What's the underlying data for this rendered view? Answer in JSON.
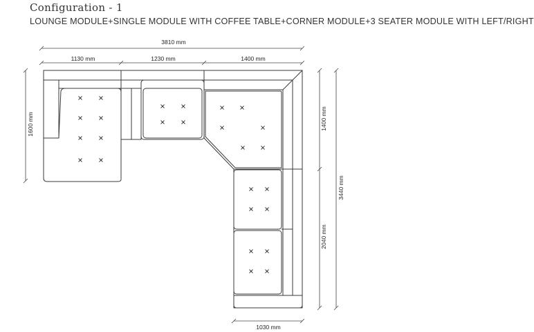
{
  "header": {
    "title": "Configuration - 1",
    "subtitle": "LOUNGE MODULE+SINGLE MODULE WITH COFFEE TABLE+CORNER MODULE+3 SEATER MODULE WITH LEFT/RIGHT"
  },
  "dimensions": {
    "total_width": "3810 mm",
    "lounge_width": "1130 mm",
    "single_width": "1230 mm",
    "corner_width": "1400 mm",
    "lounge_depth": "1600 mm",
    "corner_depth": "1400 mm",
    "seater_length": "2040 mm",
    "total_length": "3440 mm",
    "seater_width": "1030 mm"
  }
}
